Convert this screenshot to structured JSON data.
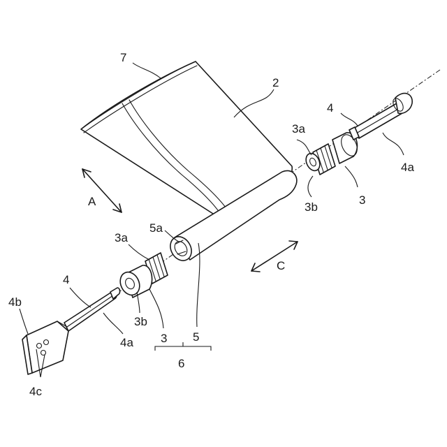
{
  "labels": {
    "sheet": "7",
    "film": "2",
    "arrow_a": "A",
    "arrow_c": "C",
    "core": "5",
    "core_end": "5a",
    "flange_right": "3",
    "flange_right_spline": "3a",
    "flange_right_bore": "3b",
    "flange_left": "3",
    "flange_left_spline": "3a",
    "flange_left_bore": "3b",
    "shaft_right": "4",
    "shaft_right_rod": "4a",
    "shaft_left": "4",
    "shaft_left_rod": "4a",
    "bracket": "4b",
    "holes": "4c",
    "bracket_group_3": "3",
    "bracket_group_5": "5",
    "assembly": "6"
  }
}
